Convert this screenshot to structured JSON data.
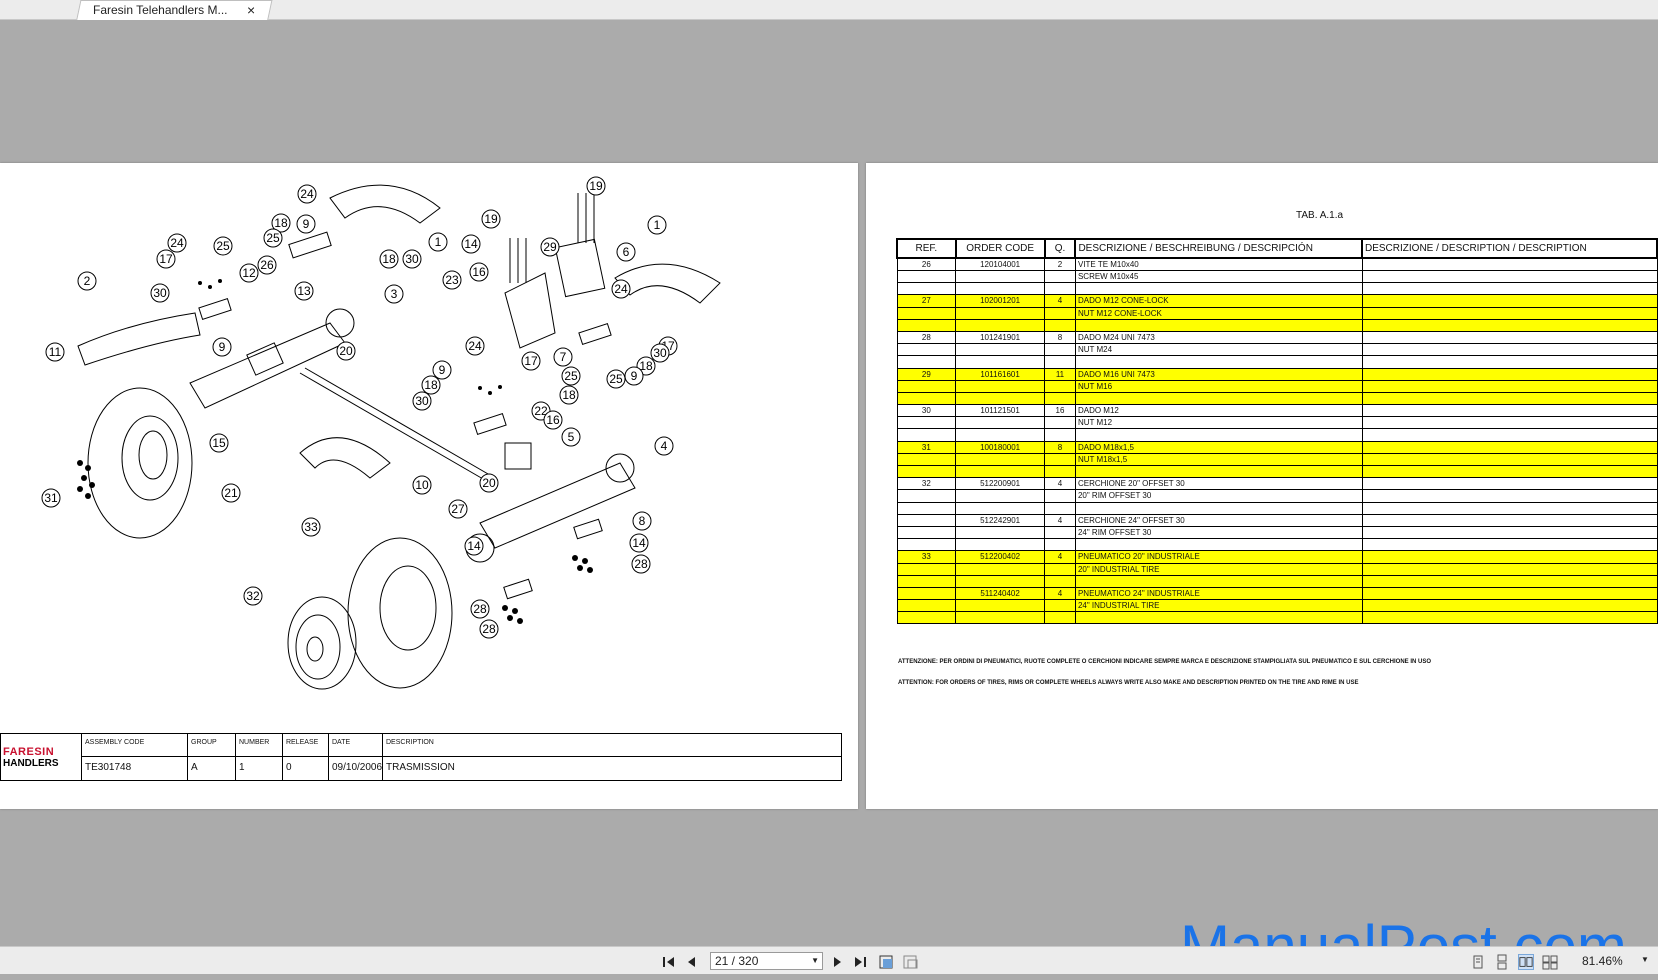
{
  "tab": {
    "title": "Faresin Telehandlers M...",
    "close_glyph": "×"
  },
  "titleblock": {
    "logo_top": "FARESIN",
    "logo_bottom": "HANDLERS",
    "headers": [
      "ASSEMBLY CODE",
      "GROUP",
      "NUMBER",
      "RELEASE",
      "DATE",
      "DESCRIPTION"
    ],
    "values": [
      "TE301748",
      "A",
      "1",
      "0",
      "09/10/2006",
      "TRASMISSION"
    ]
  },
  "drawing_labels": [
    "1",
    "2",
    "3",
    "4",
    "5",
    "6",
    "7",
    "8",
    "9",
    "10",
    "11",
    "12",
    "13",
    "14",
    "15",
    "16",
    "17",
    "18",
    "19",
    "20",
    "21",
    "22",
    "23",
    "24",
    "25",
    "26",
    "27",
    "28",
    "29",
    "30",
    "31",
    "32",
    "33"
  ],
  "table": {
    "label": "TAB. A.1.a",
    "headers": [
      "REF.",
      "ORDER CODE",
      "Q.",
      "DESCRIZIONE / BESCHREIBUNG / DESCRIPCIÓN",
      "DESCRIZIONE / DESCRIPTION / DESCRIPTION"
    ],
    "rows": [
      {
        "ref": "26",
        "code": "120104001",
        "q": "2",
        "desc": "VITE TE M10x40",
        "hl": false
      },
      {
        "ref": "",
        "code": "",
        "q": "",
        "desc": "SCREW M10x45",
        "hl": false
      },
      {
        "ref": "",
        "code": "",
        "q": "",
        "desc": "",
        "hl": false
      },
      {
        "ref": "27",
        "code": "102001201",
        "q": "4",
        "desc": "DADO M12 CONE-LOCK",
        "hl": true
      },
      {
        "ref": "",
        "code": "",
        "q": "",
        "desc": "NUT M12 CONE-LOCK",
        "hl": true
      },
      {
        "ref": "",
        "code": "",
        "q": "",
        "desc": "",
        "hl": true
      },
      {
        "ref": "28",
        "code": "101241901",
        "q": "8",
        "desc": "DADO M24 UNI 7473",
        "hl": false
      },
      {
        "ref": "",
        "code": "",
        "q": "",
        "desc": "NUT M24",
        "hl": false
      },
      {
        "ref": "",
        "code": "",
        "q": "",
        "desc": "",
        "hl": false
      },
      {
        "ref": "29",
        "code": "101161601",
        "q": "11",
        "desc": "DADO M16 UNI 7473",
        "hl": true
      },
      {
        "ref": "",
        "code": "",
        "q": "",
        "desc": "NUT M16",
        "hl": true
      },
      {
        "ref": "",
        "code": "",
        "q": "",
        "desc": "",
        "hl": true
      },
      {
        "ref": "30",
        "code": "101121501",
        "q": "16",
        "desc": "DADO M12",
        "hl": false
      },
      {
        "ref": "",
        "code": "",
        "q": "",
        "desc": "NUT M12",
        "hl": false
      },
      {
        "ref": "",
        "code": "",
        "q": "",
        "desc": "",
        "hl": false
      },
      {
        "ref": "31",
        "code": "100180001",
        "q": "8",
        "desc": "DADO M18x1,5",
        "hl": true
      },
      {
        "ref": "",
        "code": "",
        "q": "",
        "desc": "NUT M18x1,5",
        "hl": true
      },
      {
        "ref": "",
        "code": "",
        "q": "",
        "desc": "",
        "hl": true
      },
      {
        "ref": "32",
        "code": "512200901",
        "q": "4",
        "desc": "CERCHIONE 20\" OFFSET 30",
        "hl": false
      },
      {
        "ref": "",
        "code": "",
        "q": "",
        "desc": "20\" RIM OFFSET 30",
        "hl": false
      },
      {
        "ref": "",
        "code": "",
        "q": "",
        "desc": "",
        "hl": false
      },
      {
        "ref": "",
        "code": "512242901",
        "q": "4",
        "desc": "CERCHIONE 24\" OFFSET 30",
        "hl": false
      },
      {
        "ref": "",
        "code": "",
        "q": "",
        "desc": "24\" RIM OFFSET 30",
        "hl": false
      },
      {
        "ref": "",
        "code": "",
        "q": "",
        "desc": "",
        "hl": false
      },
      {
        "ref": "33",
        "code": "512200402",
        "q": "4",
        "desc": "PNEUMATICO 20\" INDUSTRIALE",
        "hl": true
      },
      {
        "ref": "",
        "code": "",
        "q": "",
        "desc": "20\" INDUSTRIAL TIRE",
        "hl": true
      },
      {
        "ref": "",
        "code": "",
        "q": "",
        "desc": "",
        "hl": true
      },
      {
        "ref": "",
        "code": "511240402",
        "q": "4",
        "desc": "PNEUMATICO 24\" INDUSTRIALE",
        "hl": true
      },
      {
        "ref": "",
        "code": "",
        "q": "",
        "desc": "24\" INDUSTRIAL TIRE",
        "hl": true
      },
      {
        "ref": "",
        "code": "",
        "q": "",
        "desc": "",
        "hl": true
      }
    ],
    "note_it": "ATTENZIONE: PER ORDINI DI PNEUMATICI, RUOTE COMPLETE O CERCHIONI INDICARE SEMPRE MARCA E DESCRIZIONE STAMPIGLIATA SUL PNEUMATICO E SUL CERCHIONE IN USO",
    "note_en": "ATTENTION: FOR ORDERS OF TIRES, RIMS OR COMPLETE WHEELS ALWAYS WRITE ALSO MAKE AND DESCRIPTION PRINTED ON THE TIRE AND RIME IN USE"
  },
  "watermark": "ManualPost.com",
  "statusbar": {
    "page_indicator": "21 / 320",
    "zoom": "81.46%",
    "icons": [
      "first-page-icon",
      "prev-page-icon",
      "next-page-icon",
      "last-page-icon",
      "fit-page-icon",
      "fit-width-icon",
      "single-page-view-icon",
      "continuous-view-icon",
      "two-page-view-icon",
      "facing-view-icon"
    ]
  },
  "colors": {
    "highlight": "#ffff00",
    "watermark": "#1a73e8",
    "logo_red": "#c8102e",
    "viewer_bg": "#ababab"
  }
}
